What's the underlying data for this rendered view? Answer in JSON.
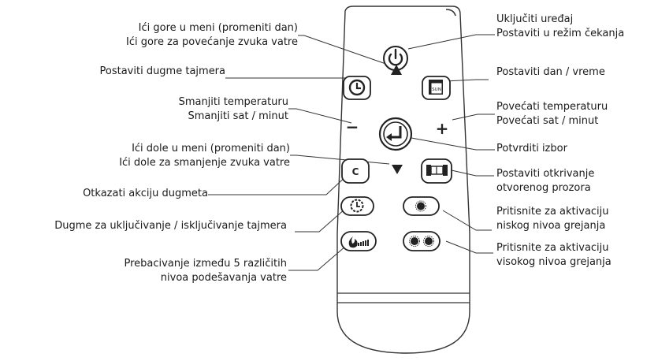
{
  "remote": {
    "buttons": {
      "power": "power-icon",
      "up": "triangle-up-icon",
      "down": "triangle-down-icon",
      "minus": "−",
      "plus": "+",
      "cancel": "C",
      "timer": "clock-icon",
      "calendar": "calendar-icon",
      "calendar_text": "SUN",
      "enter": "enter-arrow-icon",
      "window": "window-icon",
      "timer_toggle": "timer-toggle-icon",
      "low_heat": "one-dot-icon",
      "high_heat": "two-dot-icon",
      "flame": "flame-level-icon"
    }
  },
  "labels_left": [
    {
      "id": "up",
      "lines": [
        "Ići gore u meni (promeniti dan)",
        "Ići gore za povećanje zvuka vatre"
      ]
    },
    {
      "id": "timer",
      "lines": [
        "Postaviti dugme tajmera"
      ]
    },
    {
      "id": "minus",
      "lines": [
        "Smanjiti temperaturu",
        "Smanjiti sat / minut"
      ]
    },
    {
      "id": "down",
      "lines": [
        "Ići dole u meni (promeniti dan)",
        "Ići dole za smanjenje zvuka vatre"
      ]
    },
    {
      "id": "cancel",
      "lines": [
        "Otkazati akciju dugmeta"
      ]
    },
    {
      "id": "timer-toggle",
      "lines": [
        "Dugme za uključivanje / isključivanje tajmera"
      ]
    },
    {
      "id": "flame",
      "lines": [
        "Prebacivanje između 5 različitih",
        "nivoa podešavanja vatre"
      ]
    }
  ],
  "labels_right": [
    {
      "id": "power",
      "lines": [
        "Uključiti uređaj",
        "Postaviti u režim čekanja"
      ]
    },
    {
      "id": "calendar",
      "lines": [
        "Postaviti dan / vreme"
      ]
    },
    {
      "id": "plus",
      "lines": [
        "Povećati temperaturu",
        "Povećati sat / minut"
      ]
    },
    {
      "id": "enter",
      "lines": [
        "Potvrditi izbor"
      ]
    },
    {
      "id": "window",
      "lines": [
        "Postaviti otkrivanje",
        "otvorenog prozora"
      ]
    },
    {
      "id": "low-heat",
      "lines": [
        "Pritisnite za aktivaciju",
        "niskog nivoa grejanja"
      ]
    },
    {
      "id": "high-heat",
      "lines": [
        "Pritisnite za aktivaciju",
        "visokog nivoa grejanja"
      ]
    }
  ]
}
